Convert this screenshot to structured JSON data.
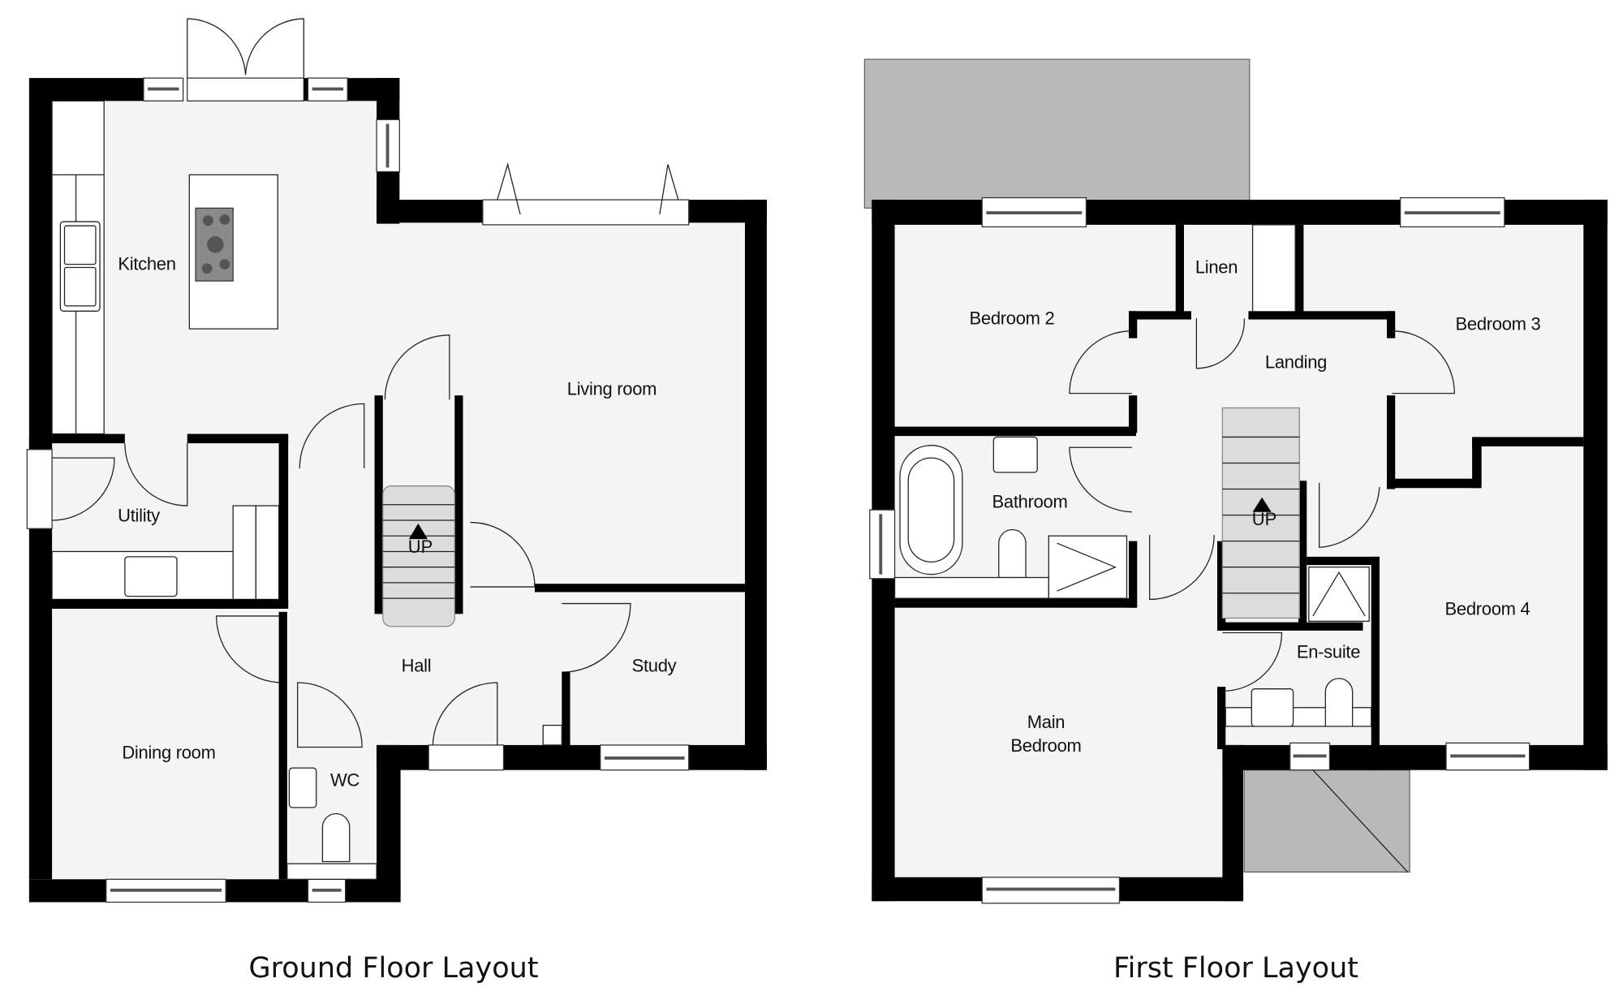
{
  "ground_floor": {
    "caption": "Ground Floor Layout",
    "rooms": [
      {
        "name": "Kitchen"
      },
      {
        "name": "Living room"
      },
      {
        "name": "Utility"
      },
      {
        "name": "Hall"
      },
      {
        "name": "Study"
      },
      {
        "name": "Dining room"
      },
      {
        "name": "WC"
      }
    ],
    "stairs_label": "UP"
  },
  "first_floor": {
    "caption": "First Floor Layout",
    "rooms": [
      {
        "name": "Bedroom 2"
      },
      {
        "name": "Linen"
      },
      {
        "name": "Landing"
      },
      {
        "name": "Bedroom 3"
      },
      {
        "name": "Bathroom"
      },
      {
        "name": "Bedroom 4"
      },
      {
        "name": "En-suite"
      },
      {
        "name": "Main Bedroom",
        "line1": "Main",
        "line2": "Bedroom"
      }
    ],
    "stairs_label": "UP"
  },
  "colors": {
    "wall": "#000000",
    "floor": "#f4f4f4",
    "roof": "#b9b9b9",
    "stairs": "#dcdcdc"
  }
}
